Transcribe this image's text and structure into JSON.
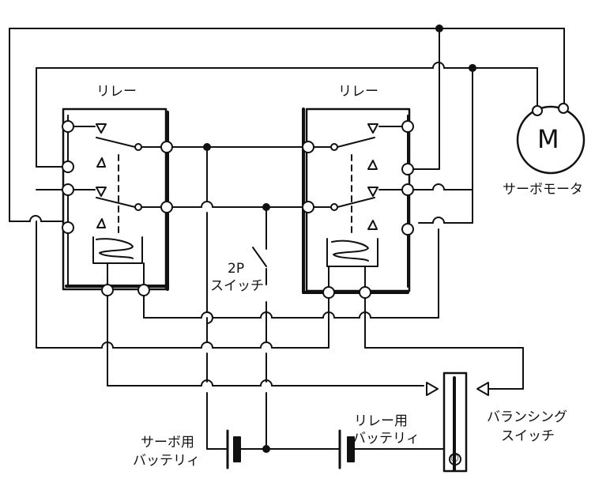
{
  "labels": {
    "relay_left": "リレー",
    "relay_right": "リレー",
    "servo_motor": "サーボモータ",
    "motor_symbol": "M",
    "switch_2p_line1": "2P",
    "switch_2p_line2": "スイッチ",
    "balancing_switch_line1": "バランシング",
    "balancing_switch_line2": "スイッチ",
    "servo_battery_line1": "サーボ用",
    "servo_battery_line2": "バッテリィ",
    "relay_battery_line1": "リレー用",
    "relay_battery_line2": "バッテリィ",
    "balancing_mark": "©"
  }
}
